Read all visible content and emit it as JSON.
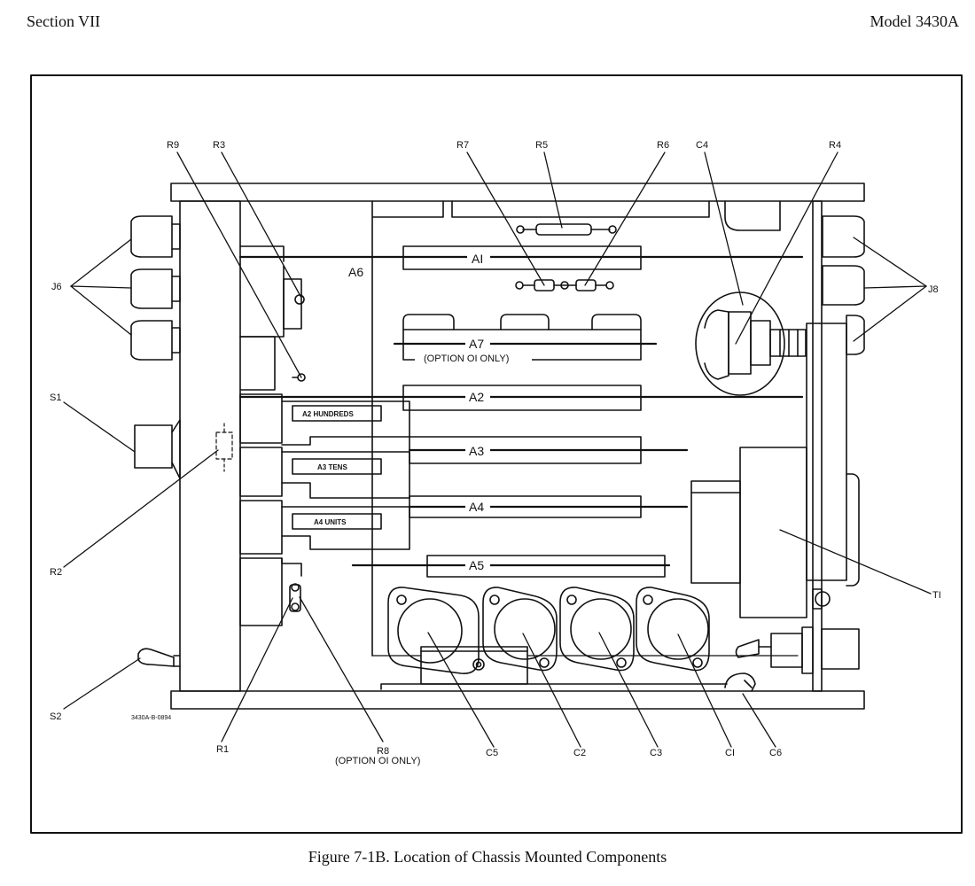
{
  "header": {
    "section": "Section VII",
    "model": "Model 3430A"
  },
  "caption": "Figure 7-1B.  Location of Chassis Mounted Components",
  "diagram": {
    "drawing_number": "3430A-B-0894",
    "labels": {
      "r9": "R9",
      "r3": "R3",
      "r7": "R7",
      "r5": "R5",
      "r6": "R6",
      "c4": "C4",
      "r4": "R4",
      "j6": "J6",
      "j8": "J8",
      "s1": "S1",
      "r2": "R2",
      "s2": "S2",
      "r1": "R1",
      "r8": "R8",
      "r8_note": "(OPTION OI ONLY)",
      "c5": "C5",
      "c2": "C2",
      "c3": "C3",
      "c1": "CI",
      "c6": "C6",
      "t1": "TI"
    },
    "boards": {
      "a1": "AI",
      "a6": "A6",
      "a7": "A7",
      "a7_note": "(OPTION OI ONLY)",
      "a2": "A2",
      "a3": "A3",
      "a4": "A4",
      "a5": "A5"
    },
    "plates": {
      "a2": "A2 HUNDREDS",
      "a3": "A3 TENS",
      "a4": "A4 UNITS"
    }
  }
}
